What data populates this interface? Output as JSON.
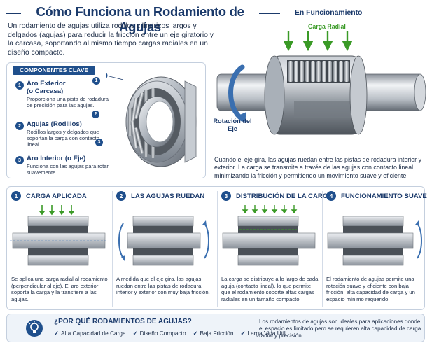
{
  "title": "Cómo Funciona un Rodamiento de Agujas",
  "intro": "Un rodamiento de agujas utiliza rodillos cilíndricos largos y delgados (agujas) para reducir la fricción entre un eje giratorio y la carcasa, soportando al mismo tiempo cargas radiales en un diseño compacto.",
  "components": {
    "header": "COMPONENTES CLAVE",
    "items": [
      {
        "num": "1",
        "title": "Aro Exterior",
        "subtitle": "(o Carcasa)",
        "desc": "Proporciona una pista de rodadura de precisión para las agujas."
      },
      {
        "num": "2",
        "title": "Agujas (Rodillos)",
        "desc": "Rodillos largos y delgados que soportan la carga con contacto lineal."
      },
      {
        "num": "3",
        "title": "Aro Interior (o Eje)",
        "desc": "Funciona con las agujas para rotar suavemente."
      }
    ],
    "callouts": [
      "1",
      "2",
      "3"
    ]
  },
  "operation": {
    "title": "En Funcionamiento",
    "load_label": "Carga Radial",
    "rotation_label": "Rotación del Eje",
    "caption": "Cuando el eje gira, las agujas ruedan entre las pistas de rodadura interior y exterior. La carga se transmite a través de las agujas con contacto lineal, minimizando la fricción y permitiendo un movimiento suave y eficiente."
  },
  "steps": [
    {
      "num": "1",
      "title": "CARGA APLICADA",
      "desc": "Se aplica una carga radial al rodamiento (perpendicular al eje). El aro exterior soporta la carga y la transfiere a las agujas."
    },
    {
      "num": "2",
      "title": "LAS AGUJAS RUEDAN",
      "desc": "A medida que el eje gira, las agujas ruedan entre las pistas de rodadura interior y exterior con muy baja fricción."
    },
    {
      "num": "3",
      "title": "DISTRIBUCIÓN DE LA CARGA",
      "desc": "La carga se distribuye a lo largo de cada aguja (contacto lineal), lo que permite que el rodamiento soporte altas cargas radiales en un tamaño compacto."
    },
    {
      "num": "4",
      "title": "FUNCIONAMIENTO SUAVE",
      "desc": "El rodamiento de agujas permite una rotación suave y eficiente con baja fricción, alta capacidad de carga y un espacio mínimo requerido."
    }
  ],
  "why": {
    "title": "¿POR QUÉ RODAMIENTOS DE AGUJAS?",
    "benefits": [
      "Alta Capacidad de Carga",
      "Diseño Compacto",
      "Baja Fricción",
      "Larga Vida Útil"
    ],
    "text": "Los rodamientos de agujas son ideales para aplicaciones donde el espacio es limitado pero se requieren alta capacidad de carga radial y precisión."
  },
  "colors": {
    "navy": "#1b3a6b",
    "accent_blue": "#1f4f8c",
    "arrow_blue": "#3a6fb0",
    "load_green": "#3a9a26",
    "steel_light": "#e4e7eb",
    "steel_dark": "#6e757e"
  },
  "icons": [
    "lightbulb-icon",
    "check-icon",
    "rotation-arrow-icon",
    "load-arrow-icon"
  ]
}
